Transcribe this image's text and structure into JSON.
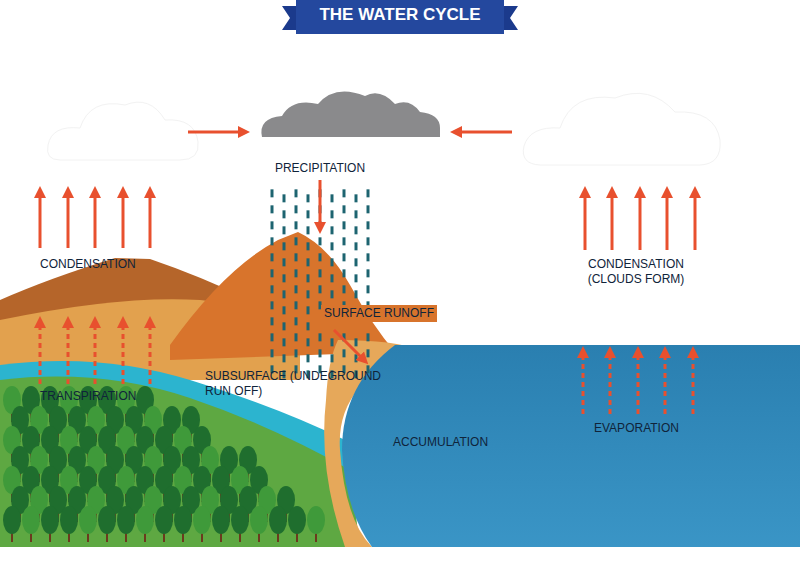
{
  "diagram": {
    "title": "THE WATER CYCLE",
    "labels": [
      "PRECIPITATION",
      "CONDENSATION",
      "CONDENSATION (CLOUDS FORM)",
      "SURFACE RUNOFF",
      "TRANSPIRATION",
      "SUBSURFACE (UNDEGROUND RUN OFF)",
      "ACCUMULATION",
      "EVAPORATION"
    ]
  }
}
